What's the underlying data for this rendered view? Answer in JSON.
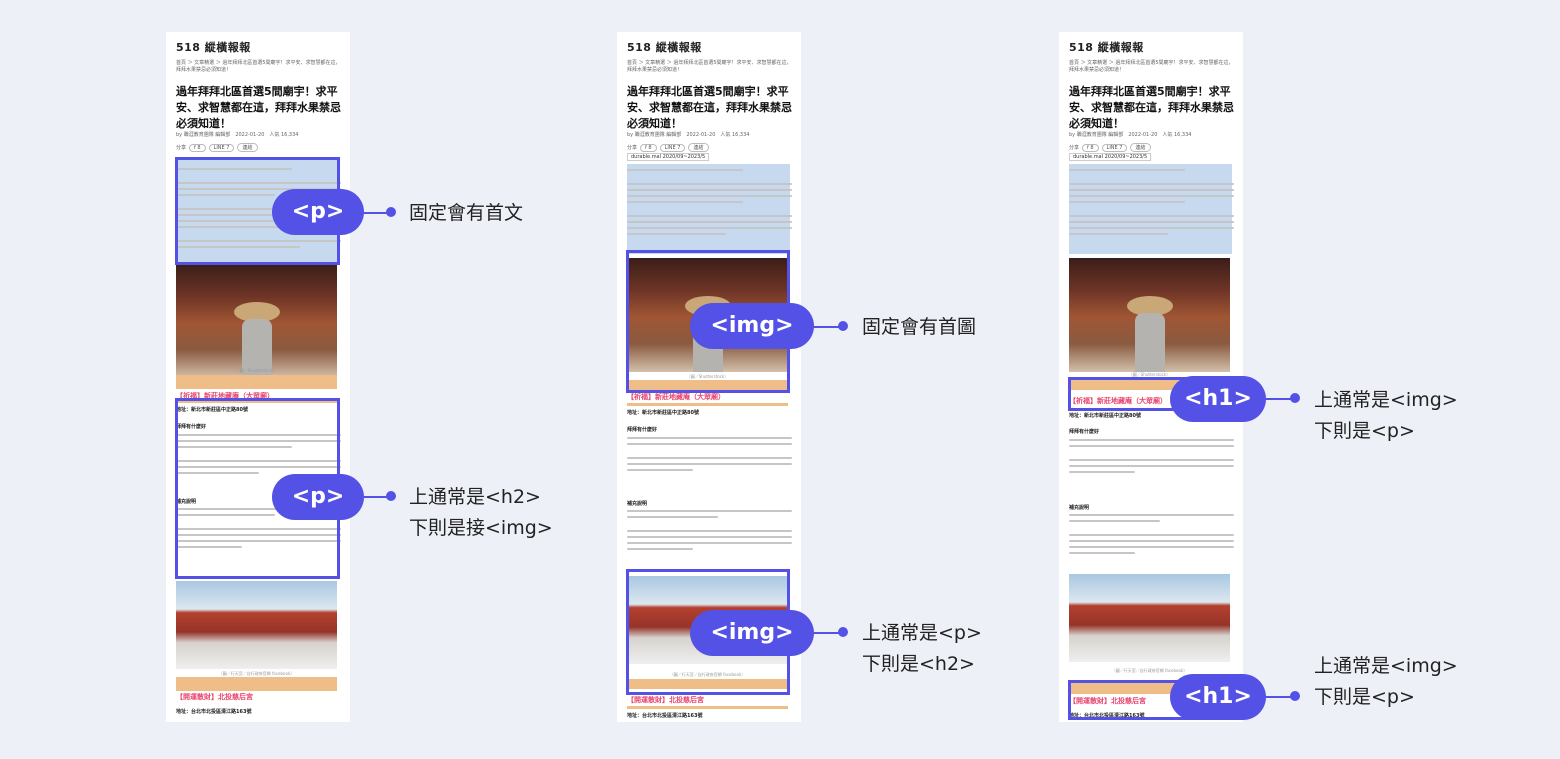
{
  "site": {
    "logo": "518 縱橫報報",
    "breadcrumb": "首頁 ＞ 文章精選 ＞ 過年拜拜北區首選5間廟宇！求平安、求智慧都在這，拜拜水果禁忌必須知道！",
    "title": "過年拜拜北區首選5間廟宇！求平安、求智慧都在這，拜拜水果禁忌必須知道！",
    "meta": "by 職涯教育團隊 編輯部　2022-01-20　人氣 16,334",
    "share_label": "分享",
    "share_chips": [
      "f 8",
      "LINE 7",
      "連結"
    ],
    "tag": "durable.mal 2020/09~2023/5",
    "caption1": "（圖／Shutterstock）",
    "caption2": "（圖／行天宮／自行政府官網 facebook）",
    "h2_first": "【祈福】新莊地藏庵（大眾廟）",
    "address_first": "地址：新北市新莊區中正路80號",
    "sub1": "拜拜有什麼好",
    "sub2": "補充說明",
    "h2_second": "【開運散財】北投慈后宮",
    "address_second": "地址：台北市北投區清江路163號"
  },
  "annotations": {
    "panel1": [
      {
        "tag": "<p>",
        "lines": [
          "固定會有首文"
        ]
      },
      {
        "tag": "<p>",
        "lines": [
          "上通常是<h2>",
          "下則是接<img>"
        ]
      }
    ],
    "panel2": [
      {
        "tag": "<img>",
        "lines": [
          "固定會有首圖"
        ]
      },
      {
        "tag": "<img>",
        "lines": [
          "上通常是<p>",
          "下則是<h2>"
        ]
      }
    ],
    "panel3": [
      {
        "tag": "<h1>",
        "lines": [
          "上通常是<img>",
          "下則是<p>"
        ]
      },
      {
        "tag": "<h1>",
        "lines": [
          "上通常是<img>",
          "下則是<p>"
        ]
      }
    ]
  },
  "colors": {
    "accent": "#5452e6",
    "heading_pink": "#e8456e",
    "band_orange": "#efbd87",
    "highlight_blue": "#78a5d7"
  }
}
